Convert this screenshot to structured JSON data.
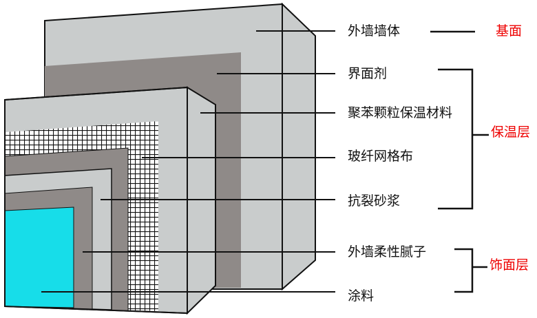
{
  "layers": [
    {
      "label": "外墙墙体"
    },
    {
      "label": "界面剂"
    },
    {
      "label": "聚苯颗粒保温材料"
    },
    {
      "label": "玻纤网格布"
    },
    {
      "label": "抗裂砂浆"
    },
    {
      "label": "外墙柔性腻子"
    },
    {
      "label": "涂料"
    }
  ],
  "groups": [
    {
      "label": "基面"
    },
    {
      "label": "保温层"
    },
    {
      "label": "饰面层"
    }
  ],
  "colors": {
    "light": "#c9cccc",
    "dark": "#8f8a88",
    "paint": "#17dde9",
    "group_text": "#ee0000"
  }
}
